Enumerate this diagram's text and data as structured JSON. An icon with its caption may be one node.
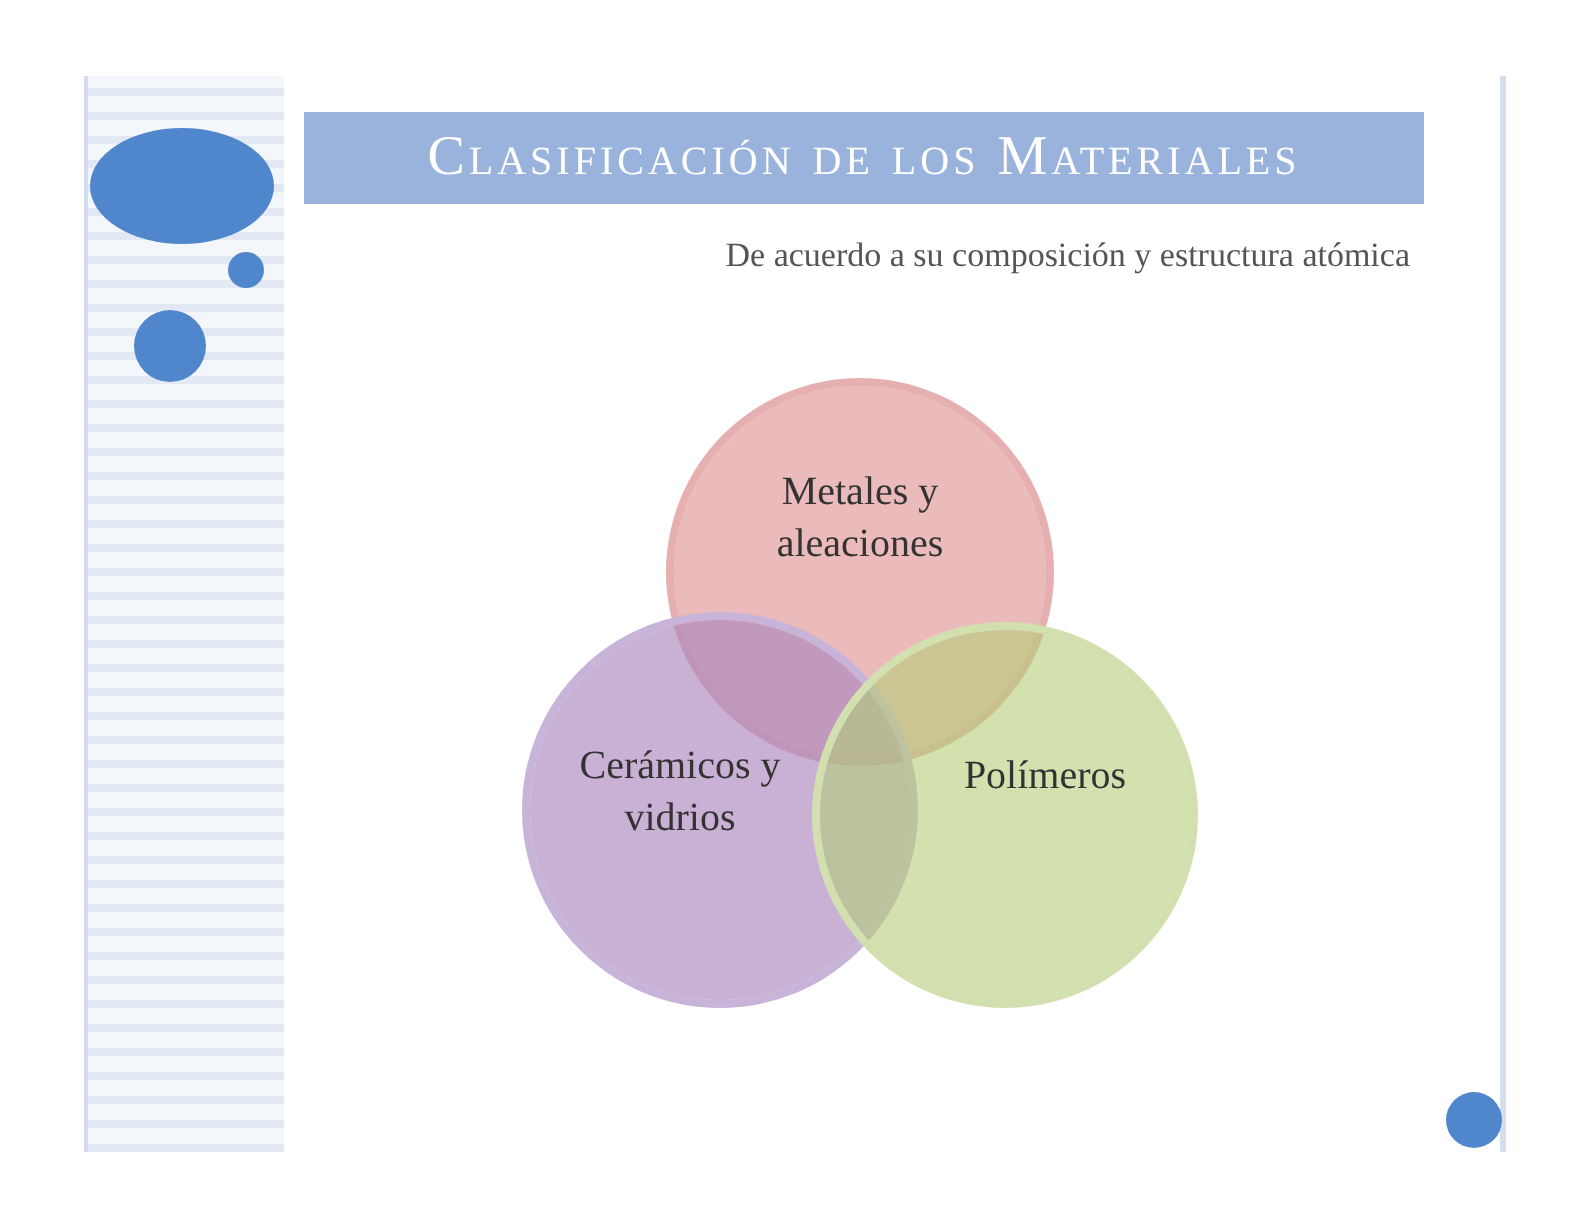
{
  "diagram": {
    "title": "Clasificación de los Materiales",
    "nodes": [
      {
        "text": [
          "Metales y aleaciones"
        ]
      },
      {
        "text": [
          "Cerámicos y vidrios"
        ]
      },
      {
        "text": [
          "Polímeros"
        ]
      }
    ],
    "labels": [
      "De acuerdo a su composición y estructura atómica"
    ]
  }
}
